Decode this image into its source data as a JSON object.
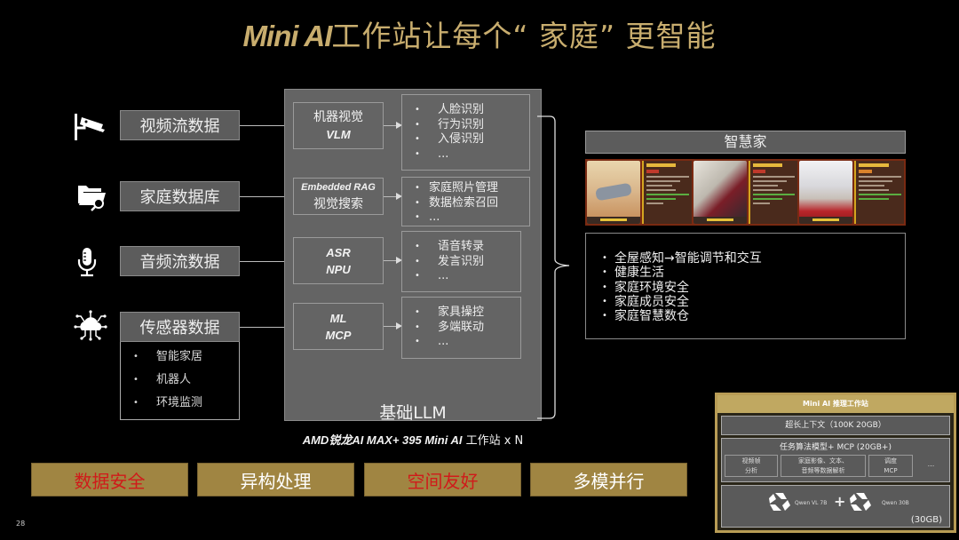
{
  "title": {
    "brand": "Mini AI",
    "rest": "工作站让每个“ 家庭” 更智能"
  },
  "sources": [
    {
      "label": "视频流数据",
      "icon": "security-camera-icon"
    },
    {
      "label": "家庭数据库",
      "icon": "folder-search-icon"
    },
    {
      "label": "音频流数据",
      "icon": "microphone-icon"
    },
    {
      "label": "传感器数据",
      "icon": "cloud-network-icon",
      "items": [
        "智能家居",
        "机器人",
        "环境监测"
      ]
    }
  ],
  "models": [
    {
      "line1": "机器视觉",
      "line2": "VLM",
      "features": [
        "人脸识别",
        "行为识别",
        "入侵识别",
        "..."
      ]
    },
    {
      "line1": "Embedded RAG",
      "line2": "视觉搜索",
      "features": [
        "家庭照片管理",
        "数据检索召回",
        "..."
      ]
    },
    {
      "line1": "ASR",
      "line2": "NPU",
      "features": [
        "语音转录",
        "发言识别",
        "..."
      ]
    },
    {
      "line1": "ML",
      "line2": "MCP",
      "features": [
        "家具操控",
        "多端联动",
        "..."
      ]
    }
  ],
  "llm_label": "基础LLM",
  "caption": {
    "brand": "AMD锐龙AI MAX+ 395 Mini AI",
    "rest": " 工作站 x N"
  },
  "smart_home": {
    "title": "智慧家",
    "benefits": [
      "全屋感知→智能调节和交互",
      "健康生活",
      "家庭环境安全",
      "家庭成员安全",
      "家庭智慧数仓"
    ]
  },
  "pillars": [
    {
      "label": "数据安全",
      "color": "#d01a1a"
    },
    {
      "label": "异构处理",
      "color": "#ffffff"
    },
    {
      "label": "空间友好",
      "color": "#d01a1a"
    },
    {
      "label": "多模并行",
      "color": "#ffffff"
    }
  ],
  "station": {
    "title": "Mini AI 推理工作站",
    "context": "超长上下文（100K 20GB）",
    "task_title": "任务算法模型+ MCP (20GB+)",
    "tasks": [
      {
        "line1": "视频帧",
        "line2": "分析"
      },
      {
        "line1": "家庭影像、文本、",
        "line2": "音频等数据解析"
      },
      {
        "line1": "调度",
        "line2": "MCP"
      }
    ],
    "task_more": "...",
    "model_a": "Qwen VL 7B",
    "plus": "+",
    "model_b": "Qwen 30B",
    "mem": "(30GB)"
  },
  "page_number": "28"
}
